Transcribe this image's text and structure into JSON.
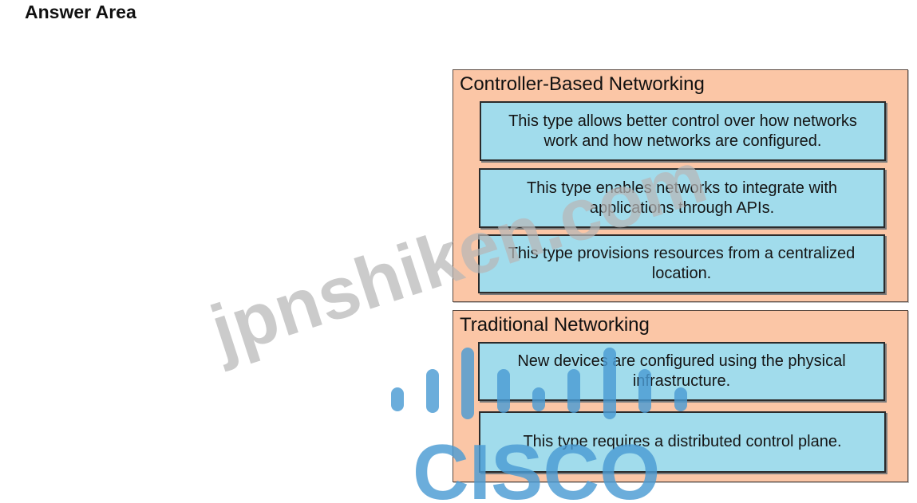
{
  "answer_area": {
    "title": "Answer Area"
  },
  "groups": [
    {
      "title": "Controller-Based Networking",
      "items": [
        "This type allows better control over how networks work and how networks are configured.",
        "This type enables networks to integrate with applications through APIs.",
        "This type provisions resources from a centralized location."
      ]
    },
    {
      "title": "Traditional Networking",
      "items": [
        "New devices are configured using the physical infrastructure.",
        "This type requires a distributed control plane."
      ]
    }
  ],
  "watermark": {
    "site_text": "jpnshiken.com",
    "logo_text": "CISCO"
  },
  "colors": {
    "group_bg": "#fbc6a6",
    "item_bg": "#a1dcec",
    "watermark_gray": "#b7b7b7",
    "cisco_blue": "#4a9bd3"
  }
}
